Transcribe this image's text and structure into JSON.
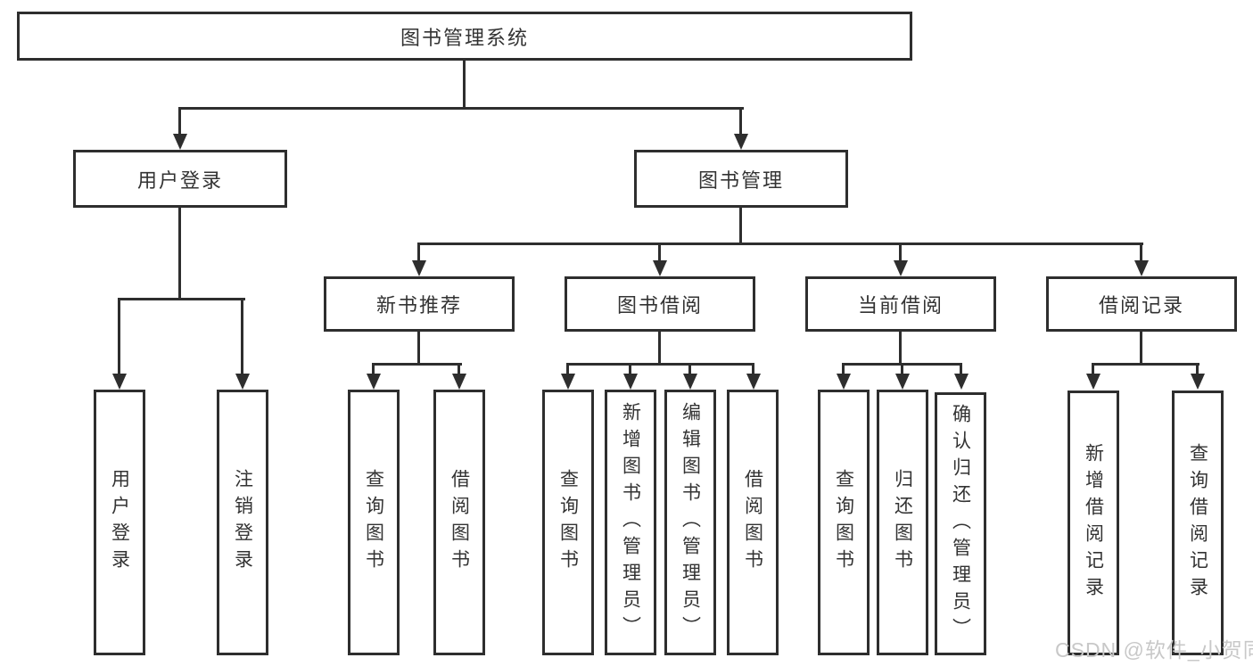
{
  "diagram": {
    "root": {
      "label": "图书管理系统"
    },
    "level2": {
      "user_login": {
        "label": "用户登录"
      },
      "book_management": {
        "label": "图书管理"
      }
    },
    "level3": {
      "new_book_recommend": {
        "label": "新书推荐"
      },
      "book_borrow": {
        "label": "图书借阅"
      },
      "current_borrow": {
        "label": "当前借阅"
      },
      "borrow_records": {
        "label": "借阅记录"
      }
    },
    "leaves": {
      "user_login": {
        "label": "用户登录"
      },
      "logout": {
        "label": "注销登录"
      },
      "query_books_1": {
        "label": "查询图书"
      },
      "borrow_books_1": {
        "label": "借阅图书"
      },
      "query_books_2": {
        "label": "查询图书"
      },
      "add_books_admin": {
        "label": "新增图书（管理员）"
      },
      "edit_books_admin": {
        "label": "编辑图书（管理员）"
      },
      "borrow_books_2": {
        "label": "借阅图书"
      },
      "query_books_3": {
        "label": "查询图书"
      },
      "return_books": {
        "label": "归还图书"
      },
      "confirm_return_admin": {
        "label": "确认归还（管理员）"
      },
      "add_borrow_record": {
        "label": "新增借阅记录"
      },
      "query_borrow_record": {
        "label": "查询借阅记录"
      }
    },
    "watermark": {
      "text": "CSDN @软件_小贺同学"
    },
    "colors": {
      "line": "#2e2e2e",
      "text": "#333333",
      "watermark": "#c8c8c8",
      "background": "#ffffff"
    }
  }
}
